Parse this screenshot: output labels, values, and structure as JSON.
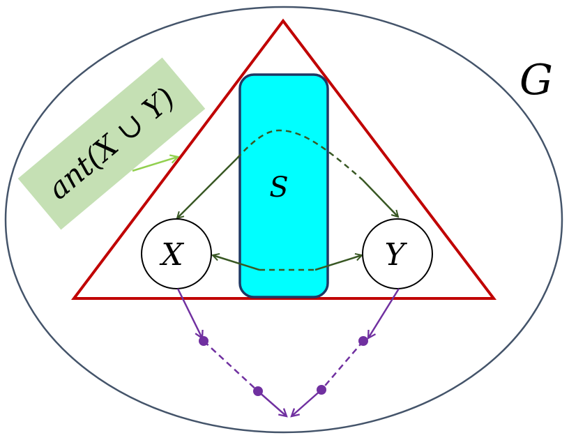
{
  "graph": {
    "label": "G",
    "outline_color": "#44546a"
  },
  "ancestral_set": {
    "label": "ant(X ∪ Y)",
    "outline_color": "#c00000",
    "tag_fill": "#c5e0b4",
    "pointer_color": "#92d050"
  },
  "separator": {
    "label": "S",
    "fill": "#00ffff",
    "border": "#1f3864"
  },
  "nodes": {
    "x": {
      "label": "X"
    },
    "y": {
      "label": "Y"
    }
  },
  "edge_colors": {
    "inner_path": "#385723",
    "outer_path": "#7030a0"
  }
}
